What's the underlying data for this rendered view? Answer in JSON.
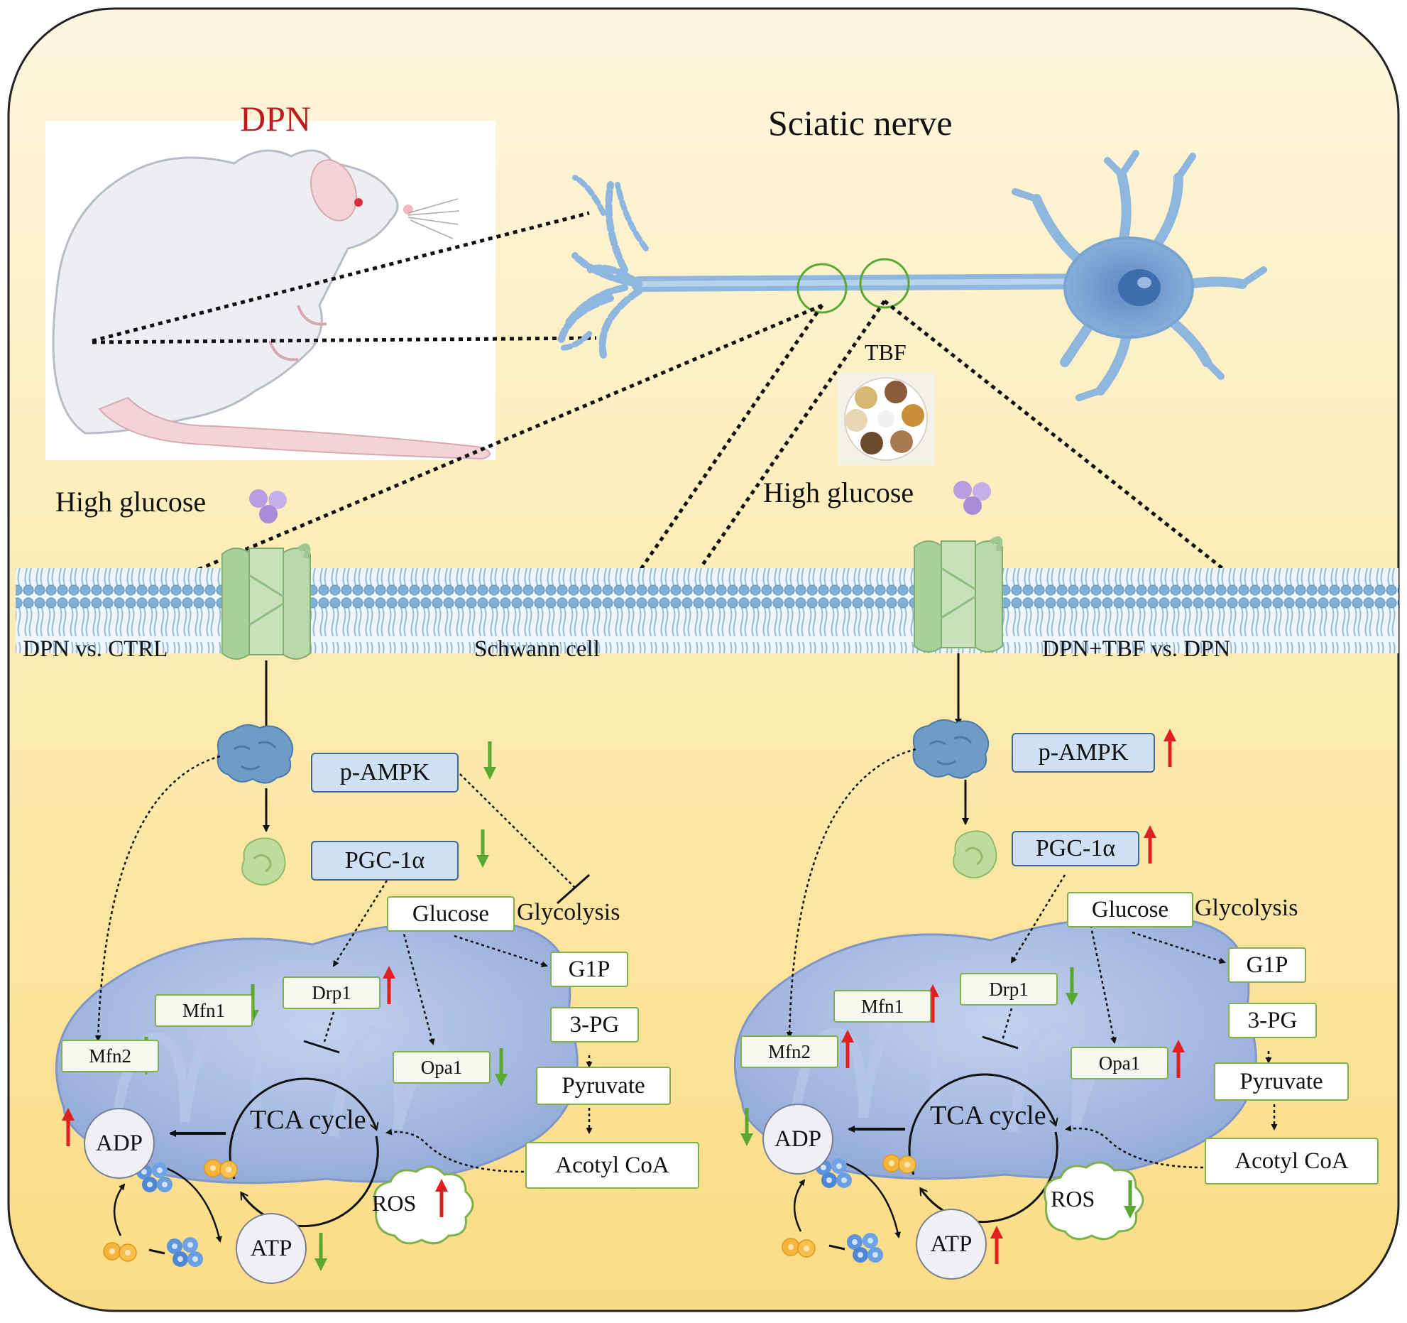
{
  "header": {
    "model_label": "DPN",
    "tissue_label": "Sciatic nerve",
    "treatment_label": "TBF"
  },
  "membrane": {
    "left_condition": "DPN  vs. CTRL",
    "cell_label": "Schwann cell",
    "right_condition": "DPN+TBF vs. DPN"
  },
  "stimulus": {
    "left": "High glucose",
    "right": "High glucose"
  },
  "panels": [
    {
      "id": "left",
      "p_ampk": "p-AMPK",
      "p_ampk_change": "down",
      "pgc1a": "PGC-1α",
      "pgc1a_change": "down",
      "glucose": "Glucose",
      "glycolysis": "Glycolysis",
      "g1p": "G1P",
      "pg3": "3-PG",
      "pyruvate": "Pyruvate",
      "acetyl_coa": "Acotyl CoA",
      "drp1": "Drp1",
      "drp1_change": "up",
      "mfn1": "Mfn1",
      "mfn1_change": "down",
      "mfn2": "Mfn2",
      "mfn2_change": "down",
      "opa1": "Opa1",
      "opa1_change": "down",
      "tca": "TCA cycle",
      "adp": "ADP",
      "adp_change": "up",
      "atp": "ATP",
      "atp_change": "down",
      "ros": "ROS",
      "ros_change": "up"
    },
    {
      "id": "right",
      "p_ampk": "p-AMPK",
      "p_ampk_change": "up",
      "pgc1a": "PGC-1α",
      "pgc1a_change": "up",
      "glucose": "Glucose",
      "glycolysis": "Glycolysis",
      "g1p": "G1P",
      "pg3": "3-PG",
      "pyruvate": "Pyruvate",
      "acetyl_coa": "Acotyl CoA",
      "drp1": "Drp1",
      "drp1_change": "down",
      "mfn1": "Mfn1",
      "mfn1_change": "up",
      "mfn2": "Mfn2",
      "mfn2_change": "up",
      "opa1": "Opa1",
      "opa1_change": "up",
      "tca": "TCA cycle",
      "adp": "ADP",
      "adp_change": "down",
      "atp": "ATP",
      "atp_change": "up",
      "ros": "ROS",
      "ros_change": "down"
    }
  ],
  "colors": {
    "background_top": "#fdf3d6",
    "background_bottom": "#fbe08f",
    "membrane": "#7fb1d6",
    "up_arrow": "#e02020",
    "down_arrow": "#5aa832",
    "protein_box_fill": "#cfe0f3",
    "enzyme_box_border": "#7fb04a",
    "mitochondrion": "#9fb5de"
  },
  "icons": [
    "rat-illustration",
    "neuron-illustration",
    "herbal-plate-icon",
    "glucose-molecule-icon",
    "glucose-transporter-icon",
    "ampk-protein-icon",
    "pgc1a-protein-icon",
    "mitochondrion-icon",
    "cloud-icon",
    "molecule-cluster-icon",
    "up-arrow-icon",
    "down-arrow-icon"
  ]
}
